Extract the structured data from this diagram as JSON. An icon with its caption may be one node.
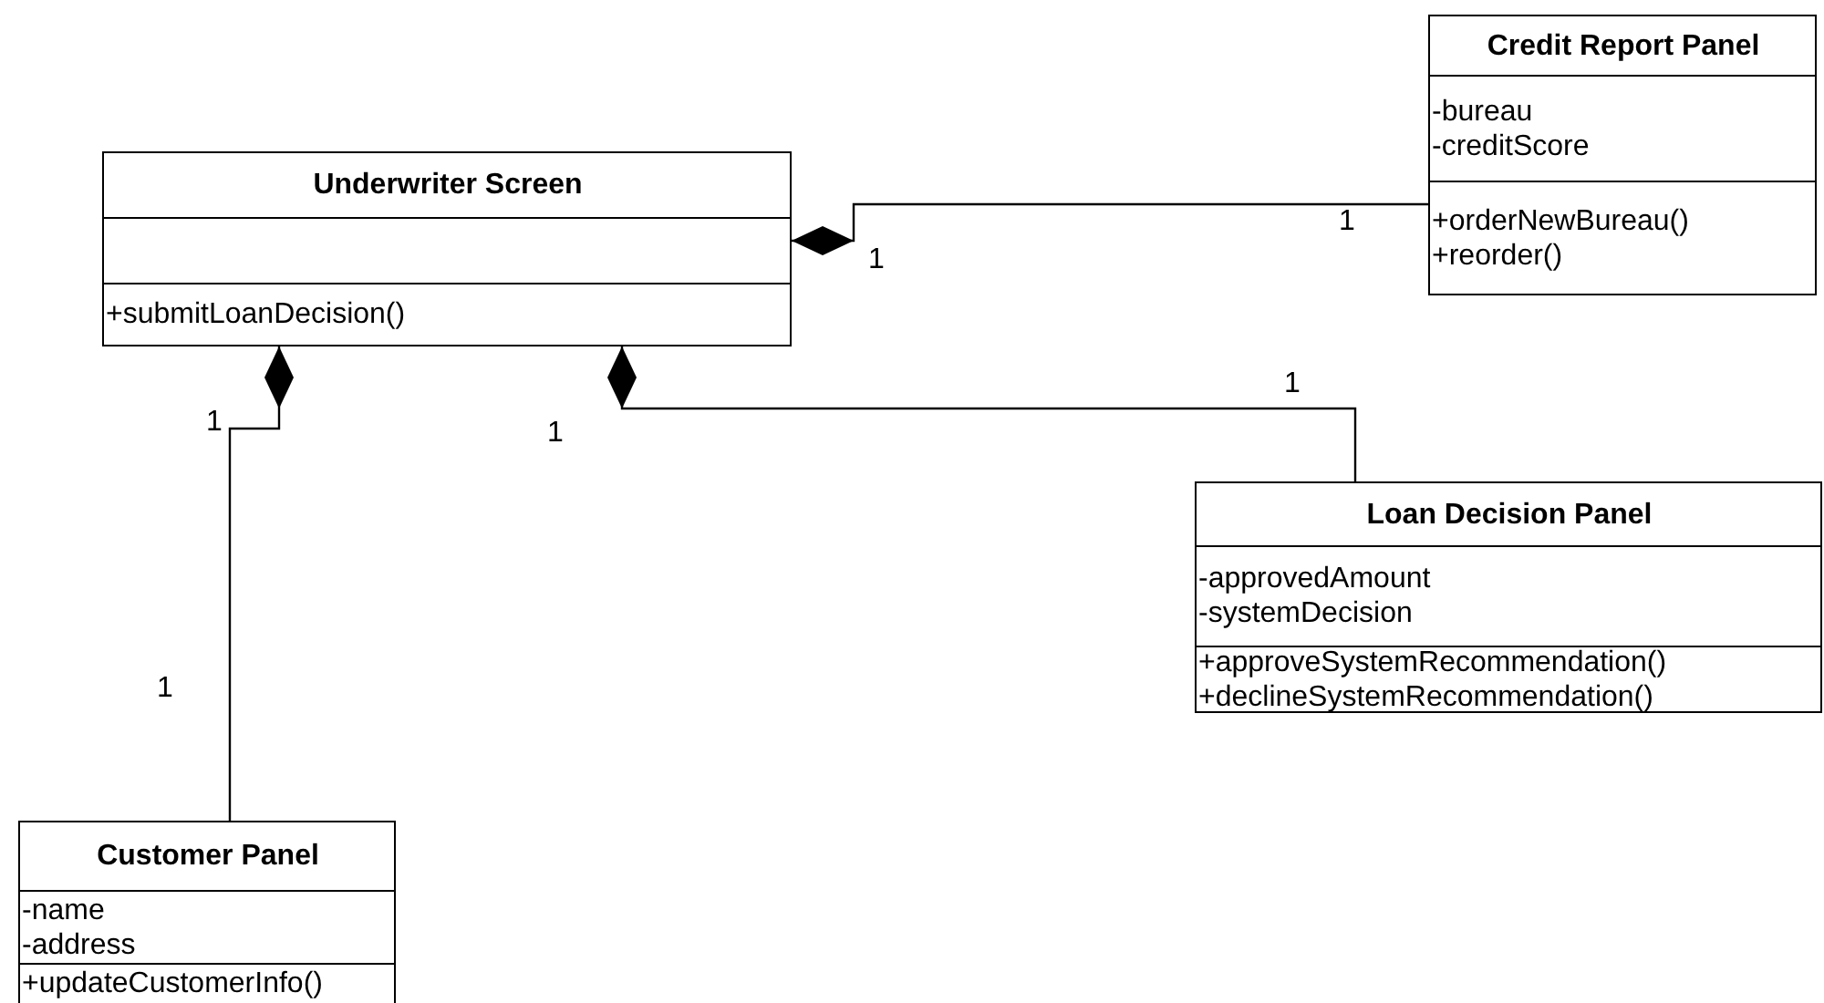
{
  "diagram": {
    "nodes": [
      {
        "text": [
          "Underwriter Screen",
          "+submitLoanDecision()"
        ]
      },
      {
        "text": [
          "Credit Report Panel",
          "-bureau",
          "-creditScore",
          "+orderNewBureau()",
          "+reorder()"
        ]
      },
      {
        "text": [
          "Loan Decision Panel",
          "-approvedAmount",
          "-systemDecision",
          "+approveSystemRecommendation()",
          "+declineSystemRecommendation()"
        ]
      },
      {
        "text": [
          "Customer Panel",
          "-name",
          "-address",
          "+updateCustomerInfo()"
        ]
      }
    ],
    "edges": [
      {
        "from": 0,
        "to": 1,
        "arrow": "other"
      },
      {
        "from": 0,
        "to": 2,
        "arrow": "other"
      },
      {
        "from": 0,
        "to": 3,
        "arrow": "other"
      }
    ],
    "labels": [
      "1",
      "1",
      "1",
      "1",
      "1",
      "1"
    ]
  }
}
